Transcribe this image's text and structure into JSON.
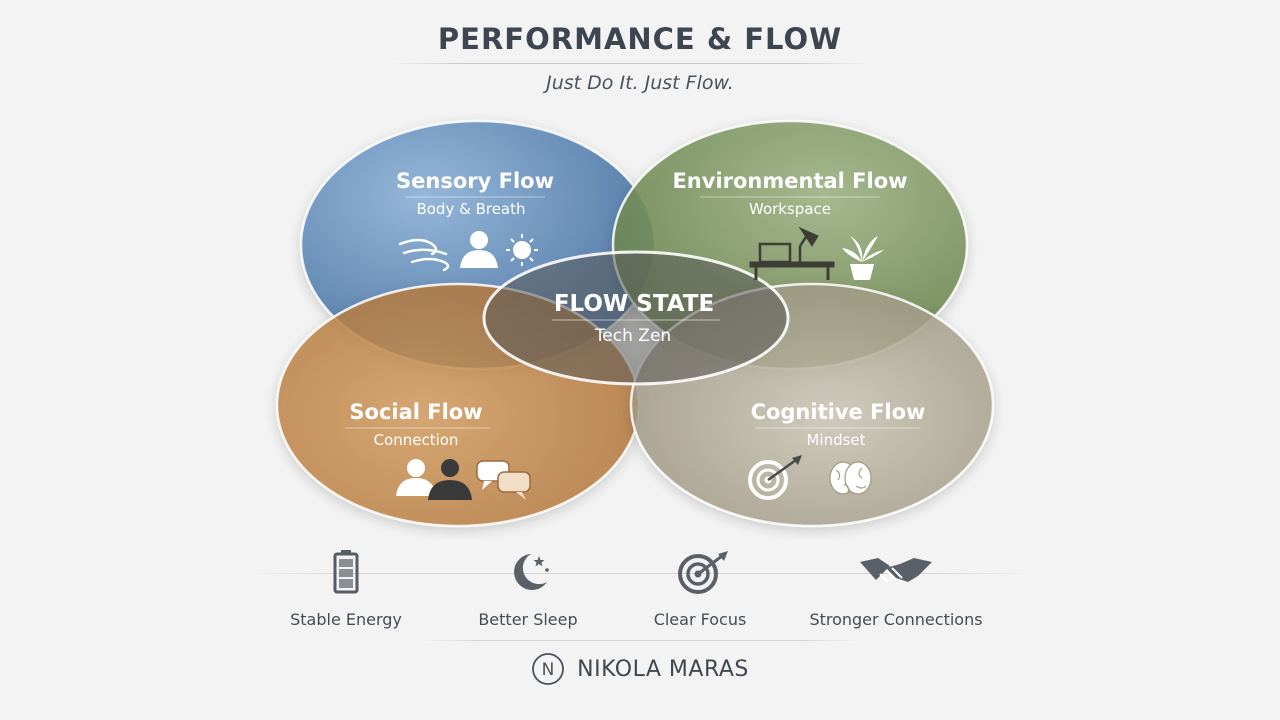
{
  "header": {
    "title": "PERFORMANCE & FLOW",
    "subtitle": "Just Do It. Just Flow."
  },
  "venn": {
    "center": {
      "title": "FLOW STATE",
      "subtitle": "Tech Zen"
    },
    "circles": [
      {
        "id": "sensory",
        "title": "Sensory Flow",
        "subtitle": "Body & Breath",
        "color": "#4c77a8",
        "icons": [
          "breath-wave-icon",
          "person-bust-icon",
          "sun-icon"
        ]
      },
      {
        "id": "environmental",
        "title": "Environmental Flow",
        "subtitle": "Workspace",
        "color": "#6f8a4f",
        "icons": [
          "desk-lamp-icon",
          "potted-plant-icon"
        ]
      },
      {
        "id": "social",
        "title": "Social Flow",
        "subtitle": "Connection",
        "color": "#b87a3e",
        "icons": [
          "people-icon",
          "chat-bubbles-icon"
        ]
      },
      {
        "id": "cognitive",
        "title": "Cognitive Flow",
        "subtitle": "Mindset",
        "color": "#a39a85",
        "icons": [
          "target-icon",
          "brain-icon"
        ]
      }
    ]
  },
  "benefits": [
    {
      "label": "Stable Energy",
      "icon": "battery-icon"
    },
    {
      "label": "Better Sleep",
      "icon": "moon-stars-icon"
    },
    {
      "label": "Clear Focus",
      "icon": "target-icon"
    },
    {
      "label": "Stronger Connections",
      "icon": "handshake-icon"
    }
  ],
  "brand": {
    "name": "NIKOLA MARAS",
    "monogram": "N"
  }
}
